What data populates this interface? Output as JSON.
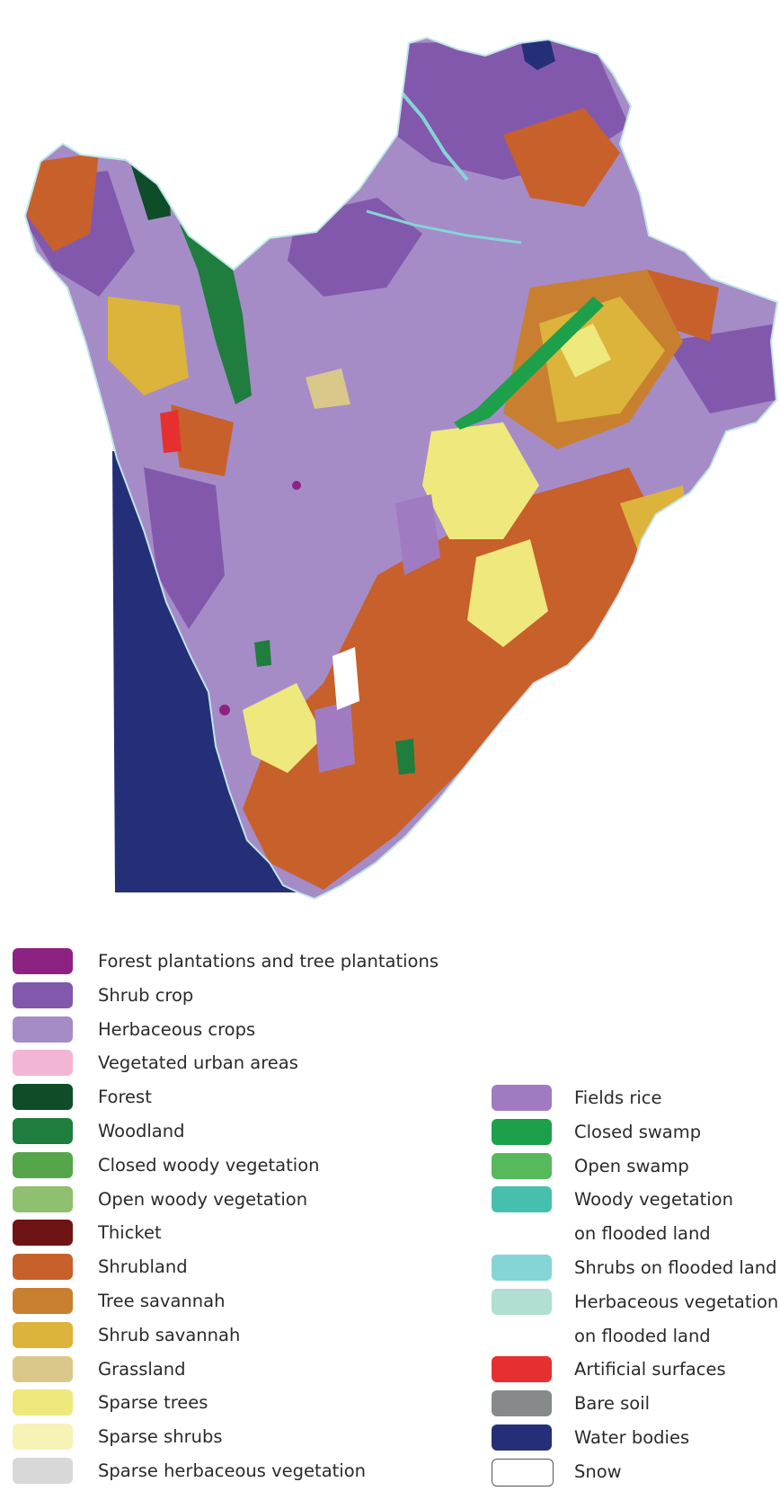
{
  "legend": {
    "left": [
      {
        "label": "Forest plantations and tree plantations",
        "color": "#8e2283"
      },
      {
        "label": "Shrub crop",
        "color": "#8258ad"
      },
      {
        "label": "Herbaceous crops",
        "color": "#a58cc7"
      },
      {
        "label": "Vegetated urban areas",
        "color": "#f2b6d4"
      },
      {
        "label": "Forest",
        "color": "#0f4d29"
      },
      {
        "label": "Woodland",
        "color": "#1f7d3d"
      },
      {
        "label": "Closed woody vegetation",
        "color": "#55a54a"
      },
      {
        "label": "Open woody vegetation",
        "color": "#8ec06f"
      },
      {
        "label": "Thicket",
        "color": "#6e1414"
      },
      {
        "label": "Shrubland",
        "color": "#c8602b"
      },
      {
        "label": "Tree savannah",
        "color": "#c88030"
      },
      {
        "label": "Shrub savannah",
        "color": "#dcb33b"
      },
      {
        "label": "Grassland",
        "color": "#dac78a"
      },
      {
        "label": "Sparse trees",
        "color": "#efe87c"
      },
      {
        "label": "Sparse shrubs",
        "color": "#f7f2b6"
      },
      {
        "label": "Sparse herbaceous vegetation",
        "color": "#d8d8d8"
      }
    ],
    "right": [
      {
        "label": "Fields rice",
        "color": "#a17bc1"
      },
      {
        "label": "Closed swamp",
        "color": "#1ca04a"
      },
      {
        "label": "Open swamp",
        "color": "#56b95c"
      },
      {
        "label": "Woody vegetation",
        "continuation": "on flooded land",
        "color": "#47bfad"
      },
      {
        "label": "Shrubs on flooded land",
        "color": "#85d4d6"
      },
      {
        "label": "Herbaceous vegetation",
        "continuation": "on flooded land",
        "color": "#b1dfd1"
      },
      {
        "label": "Artificial surfaces",
        "color": "#e63030"
      },
      {
        "label": "Bare soil",
        "color": "#868a8a"
      },
      {
        "label": "Water bodies",
        "color": "#252f78"
      },
      {
        "label": "Snow",
        "color": "#ffffff"
      }
    ]
  }
}
